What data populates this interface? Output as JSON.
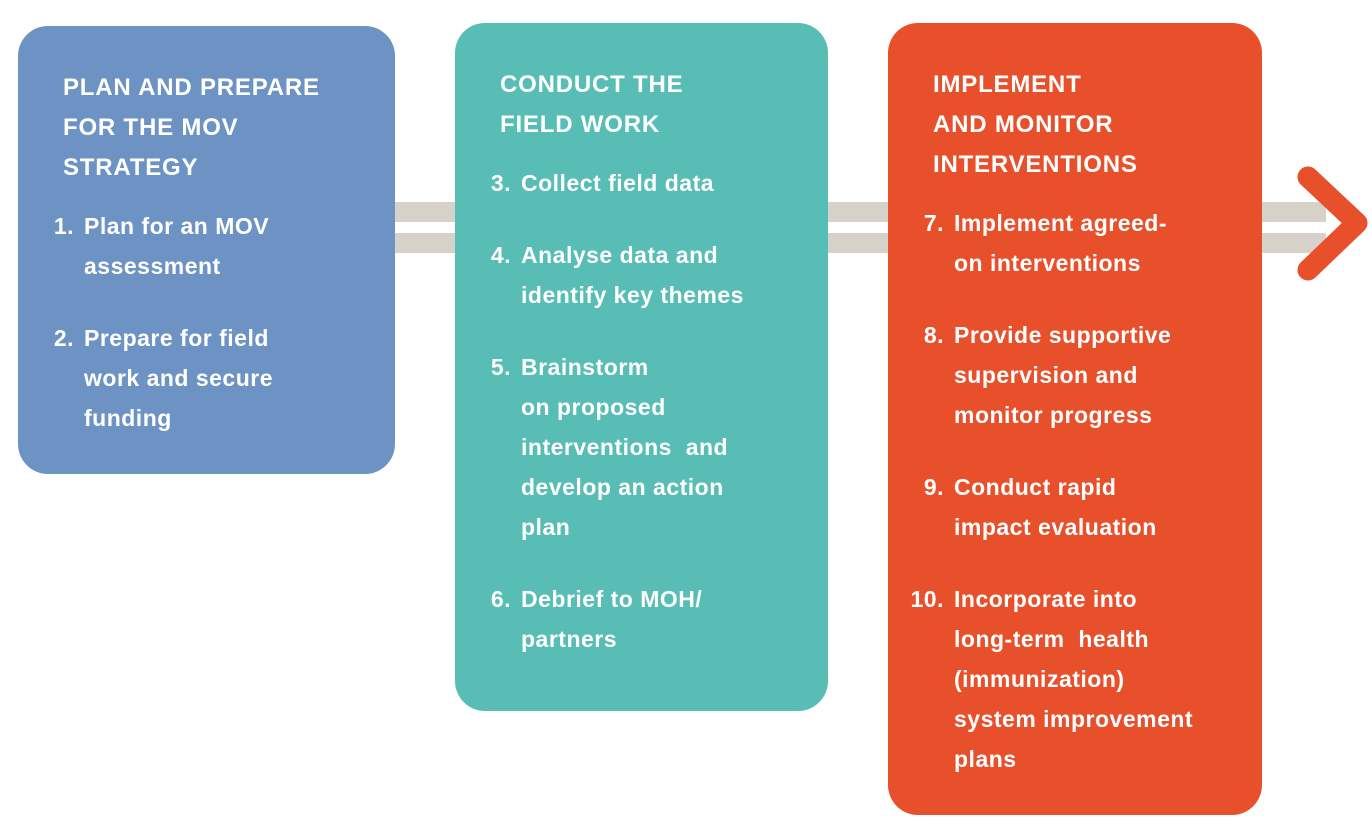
{
  "figure": {
    "description": "MOV strategy process flow diagram with three phases and a timeline arrow",
    "text_color": "#FFFFFF",
    "background": "#FFFFFF",
    "timeline": {
      "band_color": "#D6D2CA",
      "arrow_color": "#E8502B"
    },
    "phases": [
      {
        "id": "plan-prepare",
        "color": "#6C93C4",
        "title": "PLAN AND PREPARE\nFOR THE MOV\nSTRATEGY",
        "steps": [
          {
            "number": "1.",
            "text": "Plan for an MOV\nassessment"
          },
          {
            "number": "2.",
            "text": "Prepare for field\nwork and secure\nfunding"
          }
        ]
      },
      {
        "id": "field-work",
        "color": "#57BDB5",
        "title": "CONDUCT THE\nFIELD WORK",
        "steps": [
          {
            "number": "3.",
            "text": "Collect field data"
          },
          {
            "number": "4.",
            "text": "Analyse data and\nidentify key themes"
          },
          {
            "number": "5.",
            "text": "Brainstorm\non proposed\ninterventions  and\ndevelop an action\nplan"
          },
          {
            "number": "6.",
            "text": "Debrief to MOH/\npartners"
          }
        ]
      },
      {
        "id": "implement-monitor",
        "color": "#E8502B",
        "title": "IMPLEMENT\nAND MONITOR\nINTERVENTIONS",
        "steps": [
          {
            "number": "7.",
            "text": "Implement agreed-\non interventions"
          },
          {
            "number": "8.",
            "text": "Provide supportive\nsupervision and\nmonitor progress"
          },
          {
            "number": "9.",
            "text": "Conduct rapid\nimpact evaluation"
          },
          {
            "number": "10.",
            "text": "Incorporate into\nlong-term  health\n(immunization)\nsystem improvement\nplans"
          }
        ]
      }
    ]
  }
}
